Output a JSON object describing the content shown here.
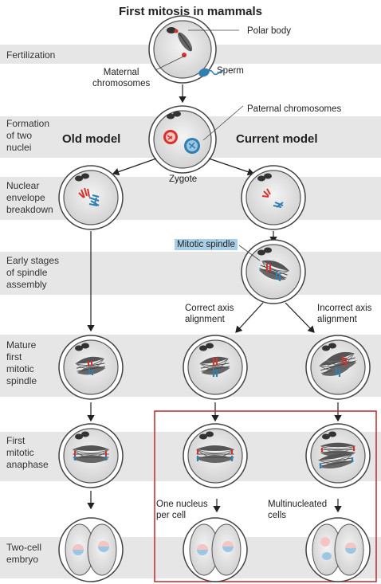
{
  "title": "First mitosis in mammals",
  "stages": {
    "fertilization": "Fertilization",
    "formation": "Formation\nof two\nnuclei",
    "breakdown": "Nuclear\nenvelope\nbreakdown",
    "early": "Early stages\nof spindle\nassembly",
    "mature": "Mature\nfirst\nmitotic\nspindle",
    "anaphase": "First\nmitotic\nanaphase",
    "twocell": "Two-cell\nembryo"
  },
  "labels": {
    "polar_body": "Polar body",
    "maternal": "Maternal\nchromosomes",
    "sperm": "Sperm",
    "paternal": "Paternal chromosomes",
    "zygote": "Zygote",
    "mitotic_spindle": "Mitotic spindle",
    "correct": "Correct axis\nalignment",
    "incorrect": "Incorrect axis\nalignment",
    "one_nucleus": "One nucleus\nper cell",
    "multinucleated": "Multinucleated\ncells"
  },
  "models": {
    "old": "Old model",
    "current": "Current model"
  },
  "colors": {
    "band": "#e6e6e6",
    "maternal": "#d8322c",
    "paternal": "#2f7fb0",
    "highlight_box": "#c0282d",
    "spindle_tag": "#a9cfe6"
  }
}
